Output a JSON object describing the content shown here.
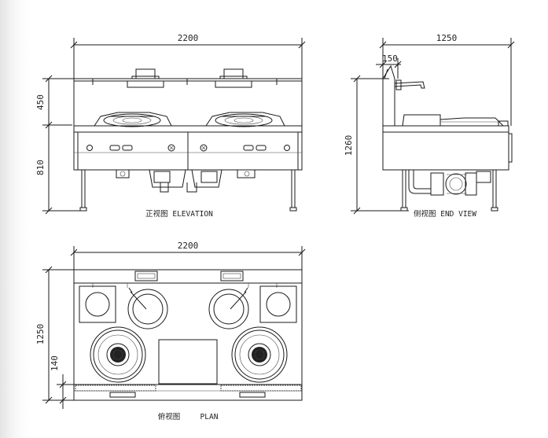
{
  "elevation": {
    "width_label": "2200",
    "upper_height_label": "450",
    "lower_height_label": "810",
    "caption": "正视图 ELEVATION"
  },
  "end_view": {
    "width_label": "1250",
    "offset_label": "150",
    "height_label": "1260",
    "caption": "侧视图 END VIEW"
  },
  "plan": {
    "width_label": "2200",
    "depth_label": "1250",
    "front_label": "140",
    "caption": "俯视图",
    "caption_en": "PLAN"
  }
}
